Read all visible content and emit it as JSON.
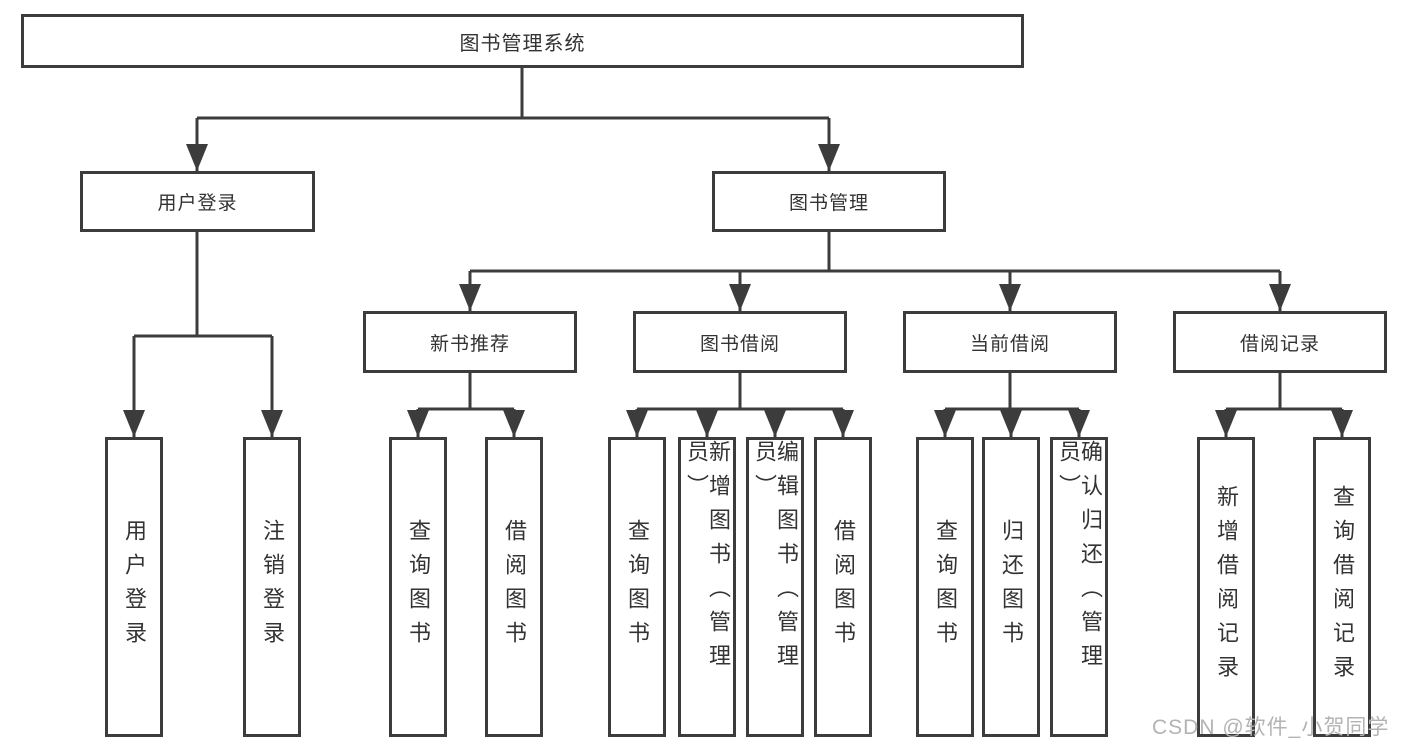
{
  "title": "图书管理系统",
  "level2": {
    "user_login": "用户登录",
    "book_management": "图书管理"
  },
  "level3": {
    "new_book_rec": "新书推荐",
    "book_borrow": "图书借阅",
    "current_borrow": "当前借阅",
    "borrow_records": "借阅记录"
  },
  "leaves": {
    "user_login": [
      "用户登录",
      "注销登录"
    ],
    "new_book_rec": [
      "查询图书",
      "借阅图书"
    ],
    "book_borrow": [
      "查询图书",
      "新增图书（管理员）",
      "编辑图书（管理员）",
      "借阅图书"
    ],
    "current_borrow": [
      "查询图书",
      "归还图书",
      "确认归还（管理员）"
    ],
    "borrow_records": [
      "新增借阅记录",
      "查询借阅记录"
    ]
  },
  "watermark": "CSDN @软件_小贺同学",
  "colors": {
    "line": "#3c3c3c",
    "text": "#333333",
    "background": "#ffffff",
    "watermark": "#b3b3b3"
  }
}
